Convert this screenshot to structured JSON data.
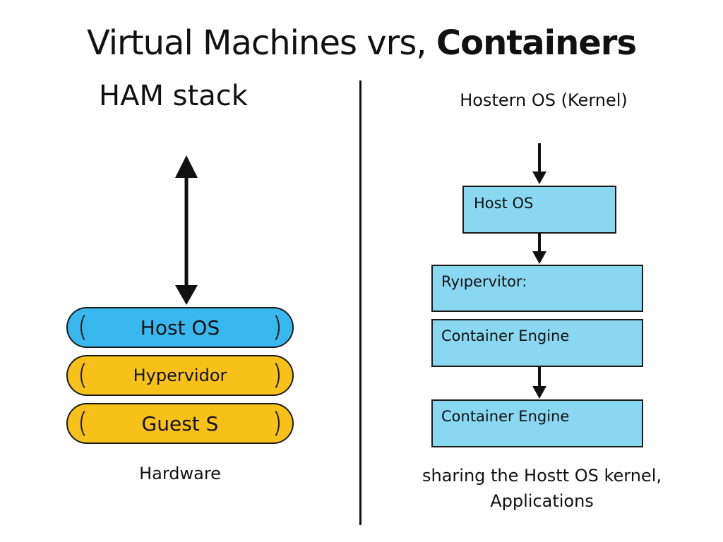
{
  "title": {
    "part1": "Virtual Machines vrs,",
    "part2": "Containers"
  },
  "left": {
    "heading": "HAM stack",
    "layers": [
      {
        "label": "Host OS",
        "color": "#38b8ee"
      },
      {
        "label": "Hypervidor",
        "color": "#f8c11a"
      },
      {
        "label": "Guest S",
        "color": "#f8c11a"
      }
    ],
    "footer": "Hardware"
  },
  "right": {
    "heading": "Hostern OS (Kernel)",
    "boxes": [
      {
        "label": "Host OS"
      },
      {
        "label": "Ryıpervitor:"
      },
      {
        "label": "Container Engine"
      },
      {
        "label": "Container Engine"
      }
    ],
    "box_color": "#8ad7f2",
    "footer_line1": "sharing the Hostt OS kernel,",
    "footer_line2": "Applications"
  }
}
